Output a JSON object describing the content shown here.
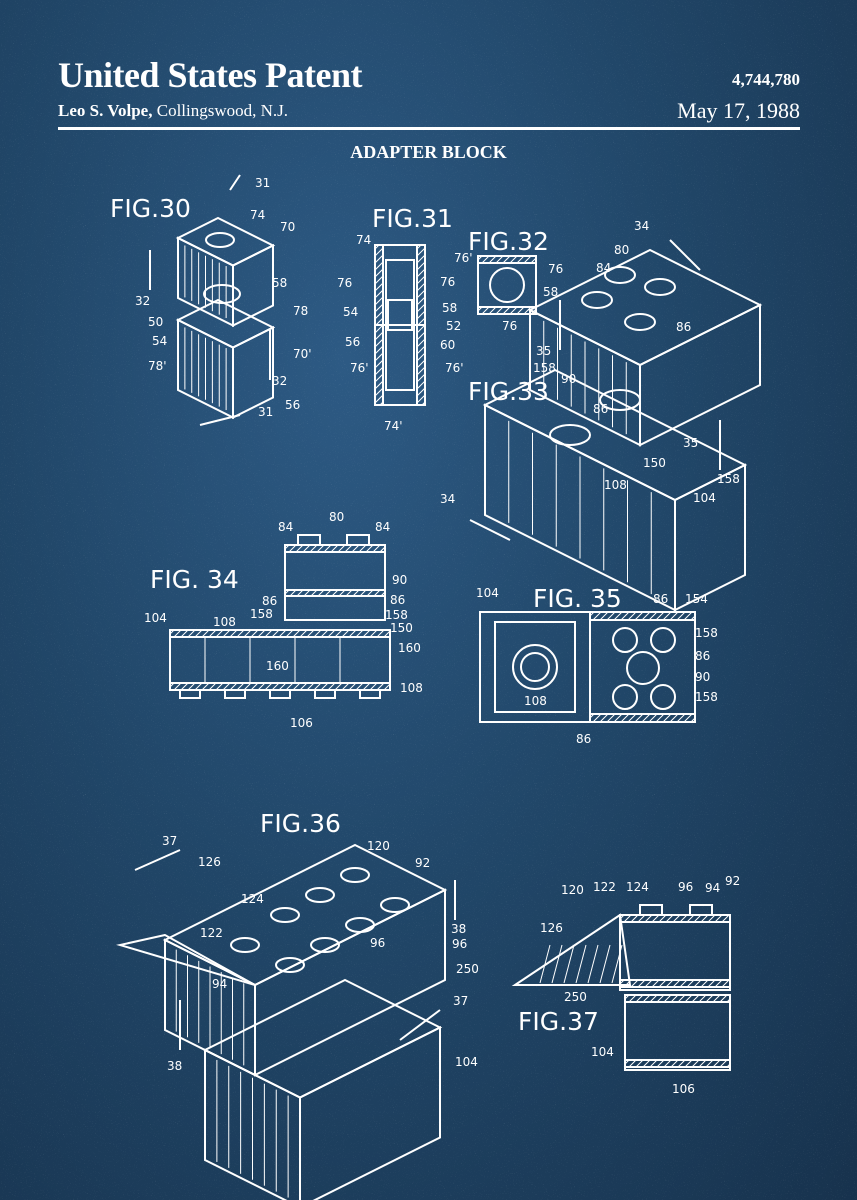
{
  "header": {
    "title": "United States Patent",
    "patent_number": "4,744,780",
    "inventor_name": "Leo S. Volpe,",
    "inventor_location": "Collingswood, N.J.",
    "date": "May 17, 1988",
    "invention_title": "ADAPTER BLOCK"
  },
  "colors": {
    "background": "#214769",
    "ink": "#ffffff"
  },
  "figures": [
    {
      "label": "FIG.30",
      "callouts": [
        "31",
        "74",
        "70",
        "58",
        "32",
        "50",
        "54",
        "78'",
        "78",
        "70'",
        "32",
        "31",
        "56"
      ]
    },
    {
      "label": "FIG.31",
      "callouts": [
        "74",
        "76",
        "76",
        "54",
        "58",
        "52",
        "56",
        "60",
        "76'",
        "76'",
        "74'"
      ]
    },
    {
      "label": "FIG.32",
      "callouts": [
        "76'",
        "76",
        "58",
        "76"
      ]
    },
    {
      "label": "FIG.33",
      "callouts": [
        "34",
        "80",
        "84",
        "86",
        "35",
        "158",
        "90",
        "86",
        "150",
        "108",
        "35",
        "158",
        "104",
        "34"
      ]
    },
    {
      "label": "FIG. 34",
      "callouts": [
        "84",
        "80",
        "84",
        "86",
        "90",
        "86",
        "158",
        "158",
        "150",
        "104",
        "108",
        "160",
        "160",
        "108",
        "106"
      ]
    },
    {
      "label": "FIG. 35",
      "callouts": [
        "104",
        "86",
        "154",
        "158",
        "86",
        "90",
        "158",
        "108",
        "86"
      ]
    },
    {
      "label": "FIG.36",
      "callouts": [
        "120",
        "37",
        "126",
        "92",
        "124",
        "38",
        "122",
        "96",
        "96",
        "94",
        "250",
        "37",
        "104",
        "38"
      ]
    },
    {
      "label": "FIG.37",
      "callouts": [
        "120",
        "122",
        "124",
        "96",
        "94",
        "92",
        "126",
        "250",
        "104",
        "106"
      ]
    }
  ]
}
